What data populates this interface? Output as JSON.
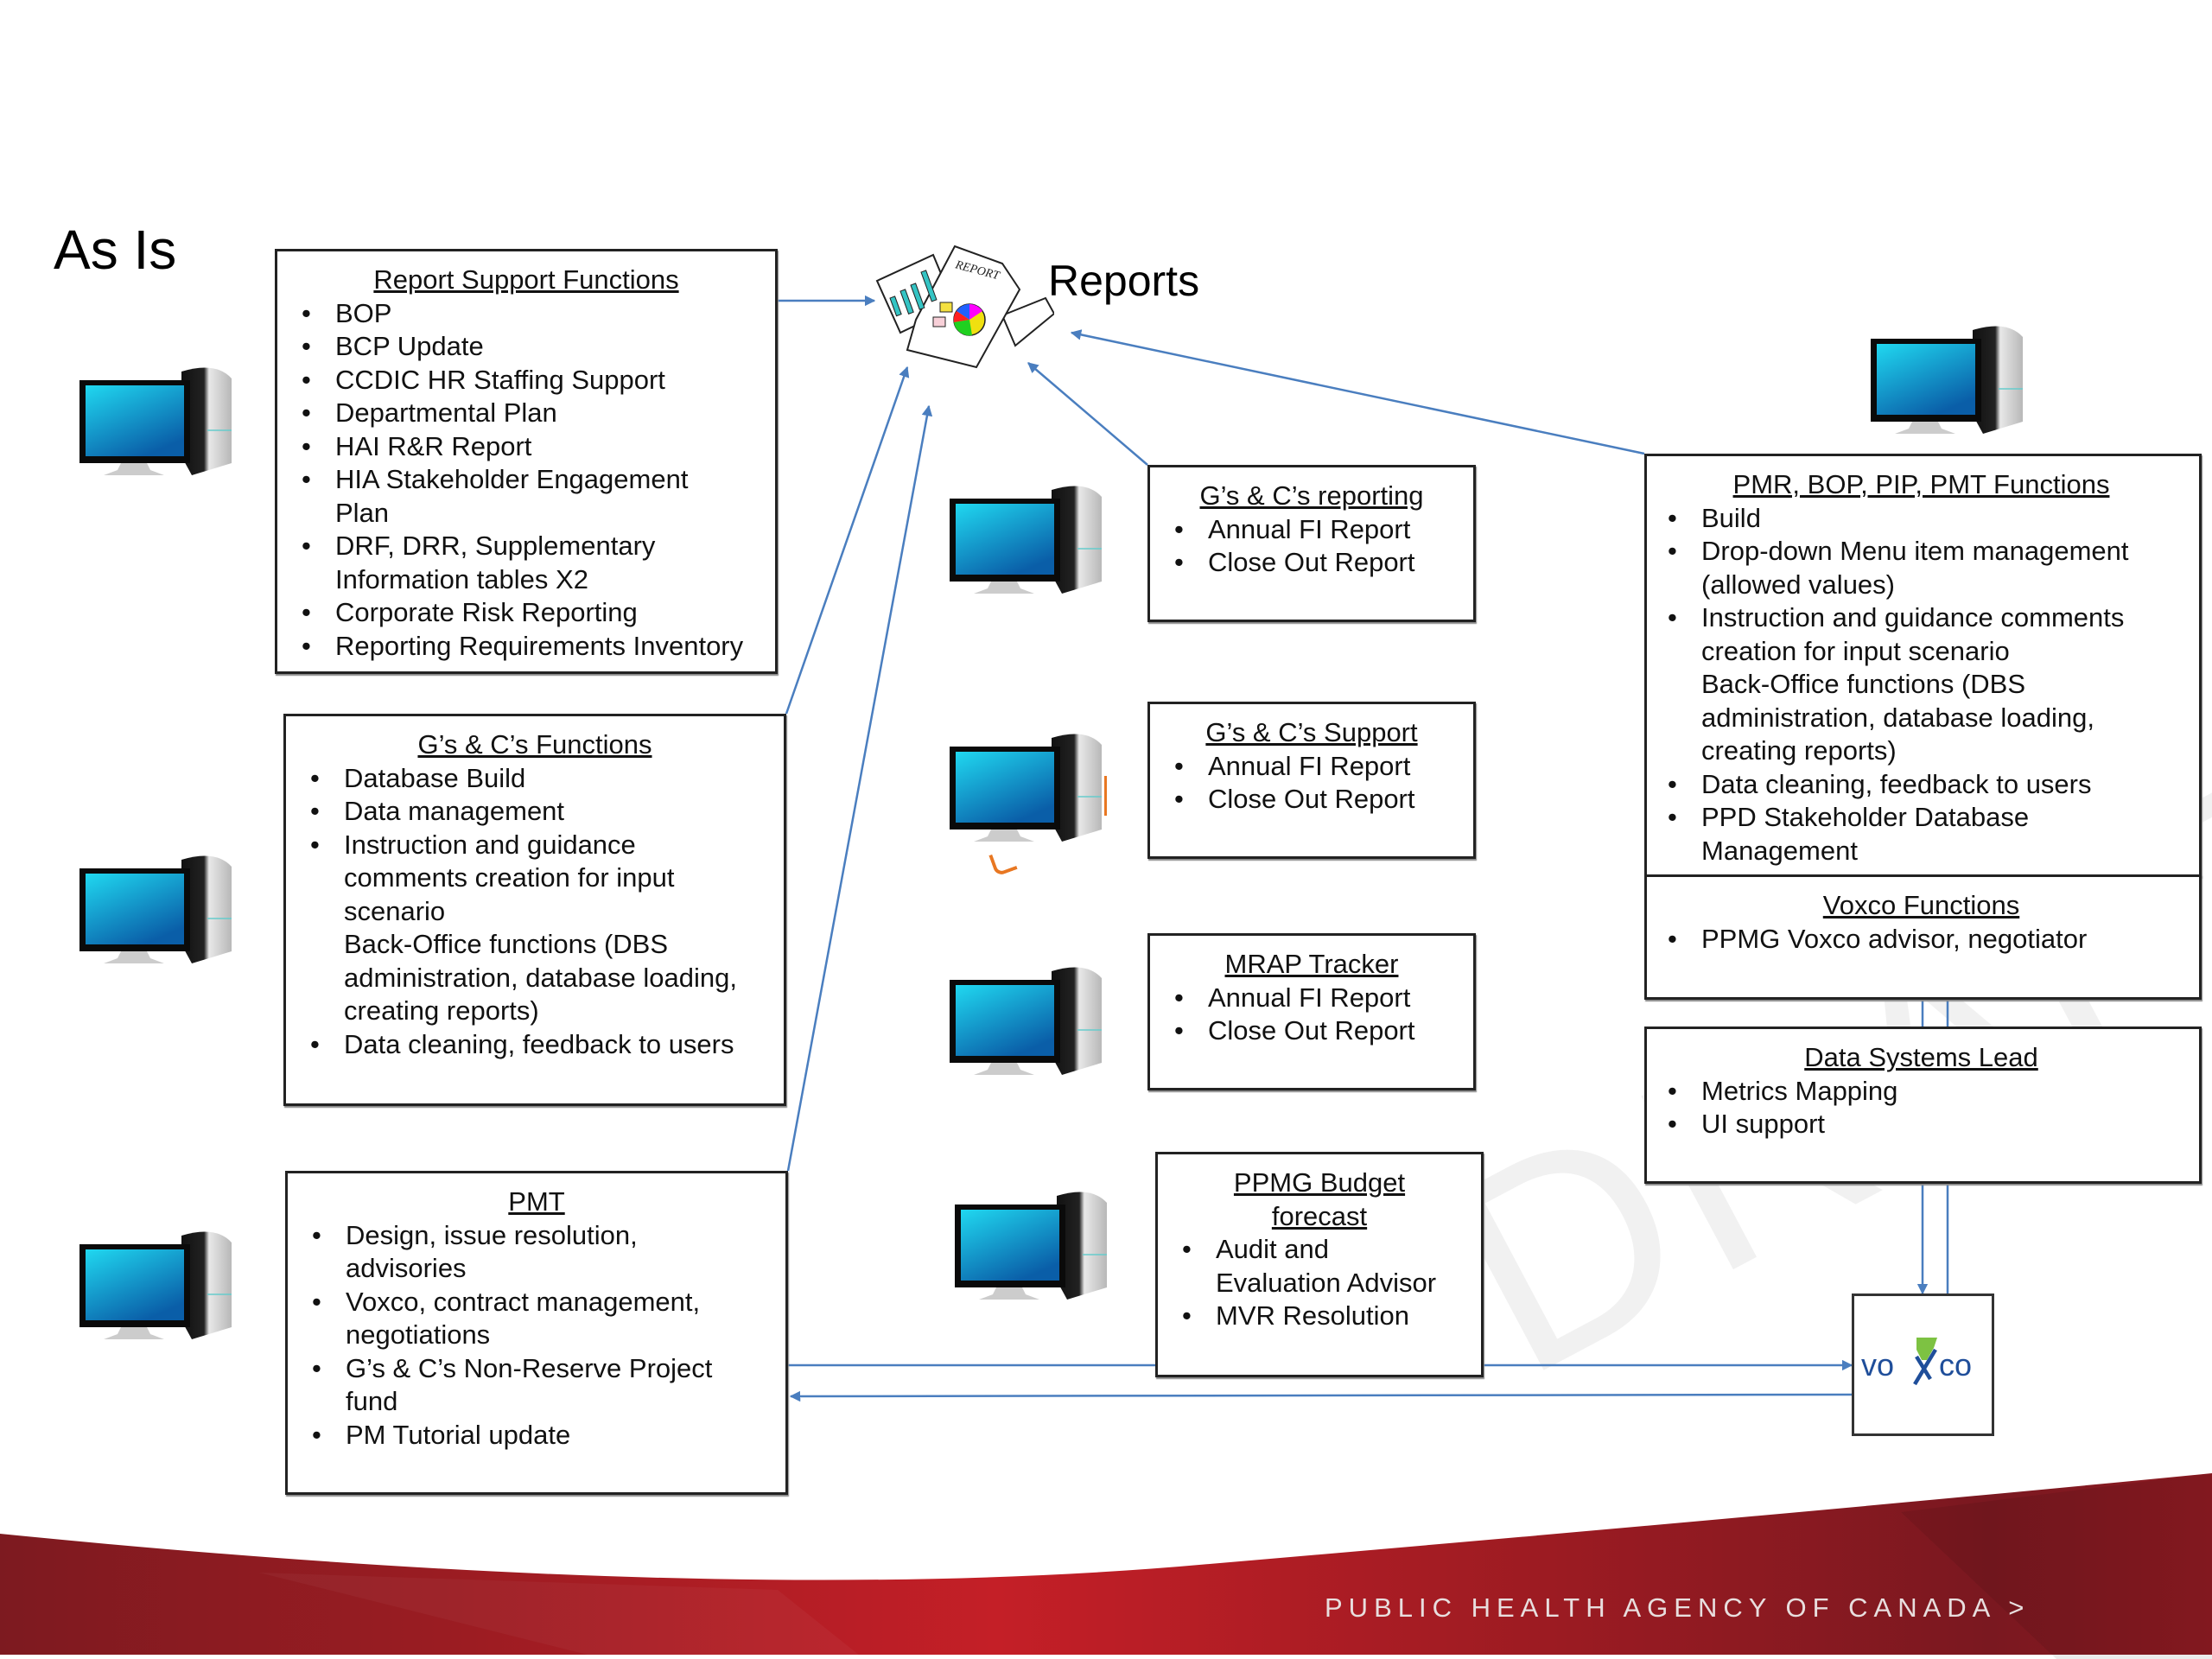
{
  "slide": {
    "title": "As Is",
    "reports_label": "Reports",
    "watermark": "DRAFT",
    "footer_text": "PUBLIC HEALTH AGENCY OF CANADA >"
  },
  "colors": {
    "arrow": "#4a7ebf",
    "footer_red": "#b01f25",
    "footer_dark": "#7d1a20",
    "voxco_blue": "#1f4e9a",
    "voxco_green": "#7dc242",
    "monitor_screen": "#12a6d9"
  },
  "boxes": {
    "report_support": {
      "heading": "Report Support Functions",
      "items": [
        {
          "type": "bullet",
          "text": "BOP"
        },
        {
          "type": "bullet",
          "text": "BCP Update"
        },
        {
          "type": "bullet",
          "text": "CCDIC HR Staffing Support"
        },
        {
          "type": "bullet",
          "text": "Departmental Plan"
        },
        {
          "type": "bullet",
          "text": "HAI R&R Report"
        },
        {
          "type": "bullet",
          "text": "HIA Stakeholder Engagement"
        },
        {
          "type": "cont",
          "text": "Plan"
        },
        {
          "type": "bullet",
          "text": "DRF, DRR, Supplementary"
        },
        {
          "type": "cont",
          "text": "Information tables X2"
        },
        {
          "type": "bullet",
          "text": "Corporate Risk Reporting"
        },
        {
          "type": "bullet",
          "text": "Reporting Requirements Inventory"
        }
      ]
    },
    "gcs_functions": {
      "heading": "G’s & C’s Functions",
      "items": [
        {
          "type": "bullet",
          "text": "Database Build"
        },
        {
          "type": "bullet",
          "text": "Data management"
        },
        {
          "type": "bullet",
          "text": "Instruction and guidance"
        },
        {
          "type": "cont",
          "text": "comments creation for input"
        },
        {
          "type": "cont",
          "text": "scenario"
        },
        {
          "type": "cont",
          "text": "Back-Office functions (DBS"
        },
        {
          "type": "cont",
          "text": "administration, database loading,"
        },
        {
          "type": "cont",
          "text": "creating reports)"
        },
        {
          "type": "bullet",
          "text": "Data cleaning, feedback to users"
        }
      ]
    },
    "pmt": {
      "heading": "PMT",
      "items": [
        {
          "type": "bullet",
          "text": "Design, issue resolution,"
        },
        {
          "type": "cont",
          "text": "advisories"
        },
        {
          "type": "bullet",
          "text": "Voxco, contract management,"
        },
        {
          "type": "cont",
          "text": "negotiations"
        },
        {
          "type": "bullet",
          "text": "G’s & C’s Non-Reserve Project"
        },
        {
          "type": "cont",
          "text": "fund"
        },
        {
          "type": "bullet",
          "text": "PM Tutorial update"
        }
      ]
    },
    "gcs_reporting": {
      "heading": "G’s & C’s reporting",
      "items": [
        {
          "type": "bullet",
          "text": "Annual FI Report"
        },
        {
          "type": "bullet",
          "text": "Close Out Report"
        }
      ]
    },
    "gcs_support": {
      "heading": "G’s & C’s Support",
      "items": [
        {
          "type": "bullet",
          "text": "Annual FI Report"
        },
        {
          "type": "bullet",
          "text": "Close Out Report"
        }
      ]
    },
    "mrap_tracker": {
      "heading": "MRAP Tracker",
      "items": [
        {
          "type": "bullet",
          "text": "Annual FI Report"
        },
        {
          "type": "bullet",
          "text": "Close Out Report"
        }
      ]
    },
    "ppmg_budget": {
      "heading": "PPMG Budget forecast",
      "items": [
        {
          "type": "bullet",
          "text": "Audit and"
        },
        {
          "type": "cont",
          "text": "Evaluation Advisor"
        },
        {
          "type": "bullet",
          "text": "MVR Resolution"
        }
      ]
    },
    "pmr_functions": {
      "heading": "PMR, BOP, PIP, PMT Functions",
      "items": [
        {
          "type": "bullet",
          "text": "Build"
        },
        {
          "type": "bullet",
          "text": "Drop-down Menu item management"
        },
        {
          "type": "cont",
          "text": "(allowed values)"
        },
        {
          "type": "bullet",
          "text": "Instruction and guidance comments"
        },
        {
          "type": "cont",
          "text": "creation for input scenario"
        },
        {
          "type": "cont",
          "text": "Back-Office functions (DBS"
        },
        {
          "type": "cont",
          "text": "administration, database loading,"
        },
        {
          "type": "cont",
          "text": "creating reports)"
        },
        {
          "type": "bullet",
          "text": "Data cleaning, feedback to users"
        },
        {
          "type": "bullet",
          "text": "PPD Stakeholder Database"
        },
        {
          "type": "cont",
          "text": "Management"
        }
      ]
    },
    "voxco_functions": {
      "heading": "Voxco Functions",
      "items": [
        {
          "type": "bullet",
          "text": "PPMG Voxco advisor, negotiator"
        }
      ]
    },
    "data_systems_lead": {
      "heading": "Data Systems Lead",
      "items": [
        {
          "type": "bullet",
          "text": "Metrics Mapping"
        },
        {
          "type": "bullet",
          "text": "UI support"
        }
      ]
    }
  },
  "icons": {
    "computer": "desktop-computer-icon",
    "reports": "report-documents-icon",
    "voxco": "voxco-logo"
  },
  "voxco_logo_text": {
    "left": "vo",
    "right": "co"
  }
}
